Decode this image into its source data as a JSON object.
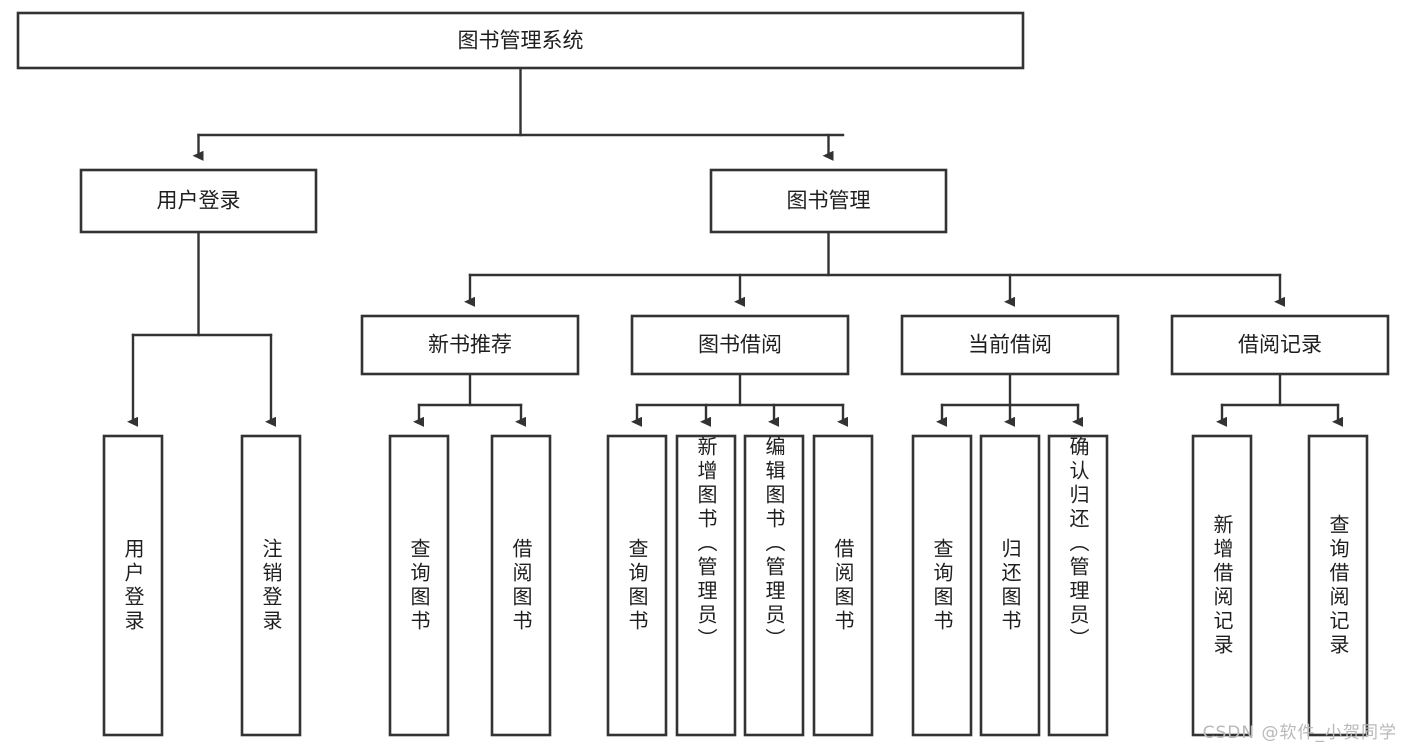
{
  "diagram": {
    "type": "tree",
    "title": "图书管理系统",
    "orientation": "top-down",
    "colors": {
      "box_fill": "#ffffff",
      "box_stroke": "#333333",
      "connector": "#333333",
      "text": "#1f1f1f",
      "watermark": "#b9b9b9"
    },
    "root": {
      "label": "图书管理系统"
    },
    "tier2": [
      {
        "label": "用户登录"
      },
      {
        "label": "图书管理"
      }
    ],
    "tier3": [
      {
        "label": "新书推荐"
      },
      {
        "label": "图书借阅"
      },
      {
        "label": "当前借阅"
      },
      {
        "label": "借阅记录"
      }
    ],
    "leaves": [
      {
        "label": "用户登录"
      },
      {
        "label": "注销登录"
      },
      {
        "label": "查询图书"
      },
      {
        "label": "借阅图书"
      },
      {
        "label": "查询图书"
      },
      {
        "label": "新增图书（管理员）"
      },
      {
        "label": "编辑图书（管理员）"
      },
      {
        "label": "借阅图书"
      },
      {
        "label": "查询图书"
      },
      {
        "label": "归还图书"
      },
      {
        "label": "确认归还（管理员）"
      },
      {
        "label": "新增借阅记录"
      },
      {
        "label": "查询借阅记录"
      }
    ]
  },
  "watermark": {
    "text": "CSDN @软件_小贺同学"
  }
}
